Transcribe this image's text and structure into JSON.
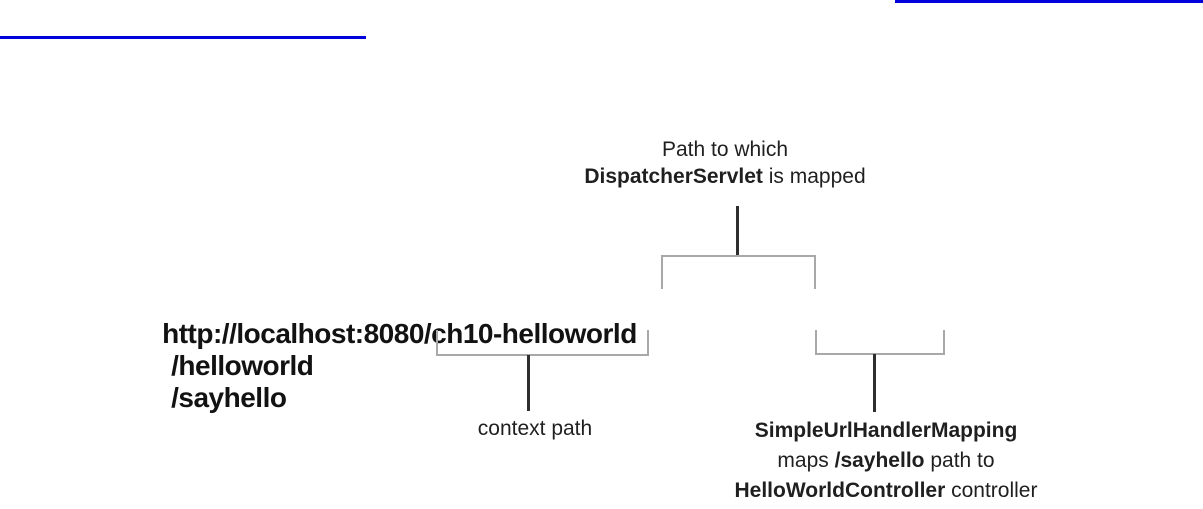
{
  "url": {
    "base": "http://localhost:8080/ch10-helloworld",
    "servlet_path": "/helloworld",
    "handler_path": "/sayhello"
  },
  "annotations": {
    "top": {
      "line1": "Path to which",
      "line2_bold": "DispatcherServlet",
      "line2_rest": " is mapped"
    },
    "context_path": {
      "label": "context path"
    },
    "handler": {
      "line1_bold": "SimpleUrlHandlerMapping",
      "line2_pre": "maps ",
      "line2_bold": "/sayhello",
      "line2_post": " path to",
      "line3_bold": "HelloWorldController",
      "line3_rest": " controller"
    }
  },
  "colors": {
    "link_blue": "#0000dd",
    "bracket_gray": "#a8a8a8",
    "connector_dark": "#2e2e2e",
    "text": "#1f1f1f"
  }
}
